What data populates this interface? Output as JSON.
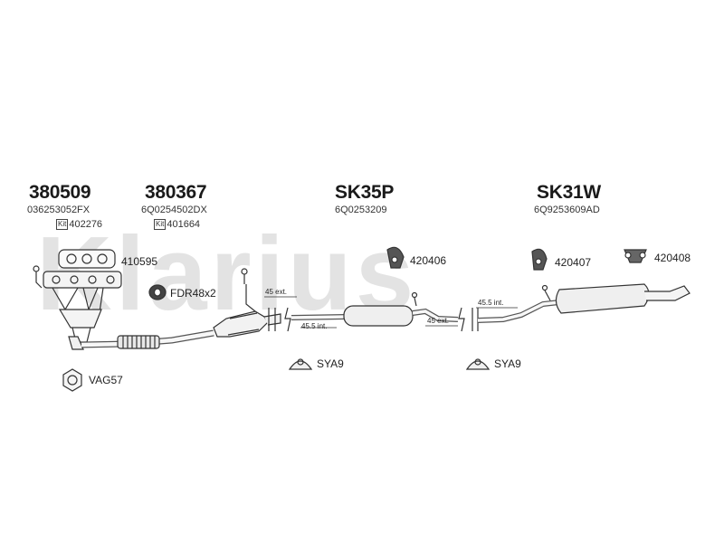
{
  "watermark": "Klarius",
  "groups": [
    {
      "part": "380509",
      "oem": "036253052FX",
      "kit_label": "Kit",
      "kit": "402276"
    },
    {
      "part": "380367",
      "oem": "6Q0254502DX",
      "kit_label": "Kit",
      "kit": "401664"
    },
    {
      "part": "SK35P",
      "oem": "6Q0253209"
    },
    {
      "part": "SK31W",
      "oem": "6Q9253609AD"
    }
  ],
  "fittings": {
    "gasket_manifold": "410595",
    "fdr": "FDR48x2",
    "hanger_1": "420406",
    "hanger_2": "420407",
    "hanger_3": "420408",
    "clamp_1": "SYA9",
    "clamp_2": "SYA9",
    "vag": "VAG57"
  },
  "dimensions": {
    "ext_1": "45 ext.",
    "int_1": "45.5 int.",
    "ext_2": "45 ext.",
    "int_2": "45.5 int."
  }
}
